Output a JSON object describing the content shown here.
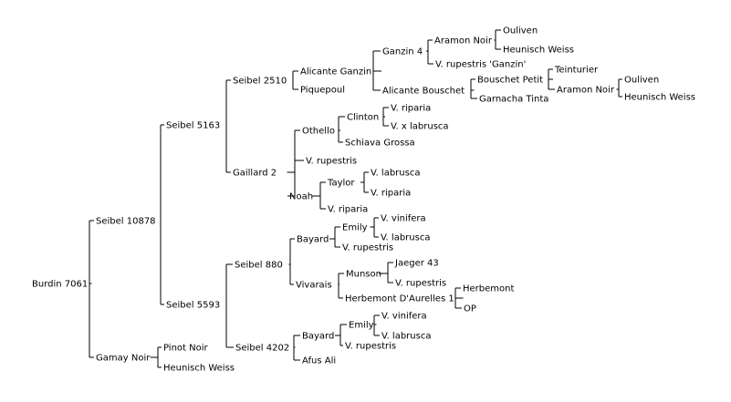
{
  "tree": {
    "name": "Burdin 7061",
    "children": [
      {
        "name": "Seibel 10878",
        "children": [
          {
            "name": "Seibel 5163",
            "children": [
              {
                "name": "Seibel 2510",
                "children": [
                  {
                    "name": "Alicante Ganzin",
                    "children": [
                      {
                        "name": "Ganzin 4",
                        "children": [
                          {
                            "name": "Aramon Noir",
                            "children": [
                              {
                                "name": "Ouliven"
                              },
                              {
                                "name": "Heunisch Weiss"
                              }
                            ]
                          },
                          {
                            "name": "V. rupestris 'Ganzin'"
                          }
                        ]
                      },
                      {
                        "name": "Alicante Bouschet",
                        "children": [
                          {
                            "name": "Bouschet Petit",
                            "children": [
                              {
                                "name": "Teinturier"
                              },
                              {
                                "name": "Aramon Noir",
                                "children": [
                                  {
                                    "name": "Ouliven"
                                  },
                                  {
                                    "name": "Heunisch Weiss"
                                  }
                                ]
                              }
                            ]
                          },
                          {
                            "name": "Garnacha Tinta"
                          }
                        ]
                      }
                    ]
                  },
                  {
                    "name": "Piquepoul"
                  }
                ]
              },
              {
                "name": "Gaillard 2",
                "children": [
                  {
                    "name": "Othello",
                    "children": [
                      {
                        "name": "Clinton",
                        "children": [
                          {
                            "name": "V. riparia"
                          },
                          {
                            "name": "V. x labrusca"
                          }
                        ]
                      },
                      {
                        "name": "Schiava Grossa"
                      }
                    ]
                  },
                  {
                    "name": "V. rupestris"
                  },
                  {
                    "name": "Noah",
                    "children": [
                      {
                        "name": "Taylor",
                        "children": [
                          {
                            "name": "V. labrusca"
                          },
                          {
                            "name": "V. riparia"
                          }
                        ]
                      },
                      {
                        "name": "V. riparia"
                      }
                    ]
                  }
                ]
              }
            ]
          },
          {
            "name": "Seibel 5593",
            "children": [
              {
                "name": "Seibel 880",
                "children": [
                  {
                    "name": "Bayard",
                    "children": [
                      {
                        "name": "Emily",
                        "children": [
                          {
                            "name": "V. vinifera"
                          },
                          {
                            "name": "V. labrusca"
                          }
                        ]
                      },
                      {
                        "name": "V. rupestris"
                      }
                    ]
                  },
                  {
                    "name": "Vivarais",
                    "children": [
                      {
                        "name": "Munson",
                        "children": [
                          {
                            "name": "Jaeger 43"
                          },
                          {
                            "name": "V. rupestris"
                          }
                        ]
                      },
                      {
                        "name": "Herbemont D'Aurelles 1",
                        "children": [
                          {
                            "name": "Herbemont"
                          },
                          {
                            "name": "OP"
                          }
                        ]
                      }
                    ]
                  }
                ]
              },
              {
                "name": "Seibel 4202",
                "children": [
                  {
                    "name": "Bayard",
                    "children": [
                      {
                        "name": "Emily",
                        "children": [
                          {
                            "name": "V. vinifera"
                          },
                          {
                            "name": "V. labrusca"
                          }
                        ]
                      },
                      {
                        "name": "V. rupestris"
                      }
                    ]
                  },
                  {
                    "name": "Afus Ali"
                  }
                ]
              }
            ]
          }
        ]
      },
      {
        "name": "Gamay Noir",
        "children": [
          {
            "name": "Pinot Noir"
          },
          {
            "name": "Heunisch Weiss"
          }
        ]
      }
    ]
  }
}
